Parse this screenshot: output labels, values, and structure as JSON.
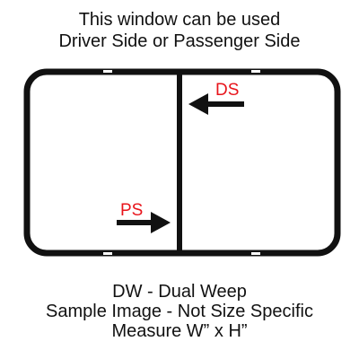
{
  "header": {
    "line1": "This window can be used",
    "line2": "Driver Side or Passenger Side"
  },
  "labels": {
    "driver_side": "DS",
    "passenger_side": "PS"
  },
  "footer": {
    "line1": "DW - Dual Weep",
    "line2": "Sample Image - Not Size Specific",
    "line3": "Measure W” x H”"
  },
  "colors": {
    "frame": "#111111",
    "label_red": "#e8141b",
    "background": "#ffffff",
    "weep_slot": "#ffffff"
  }
}
